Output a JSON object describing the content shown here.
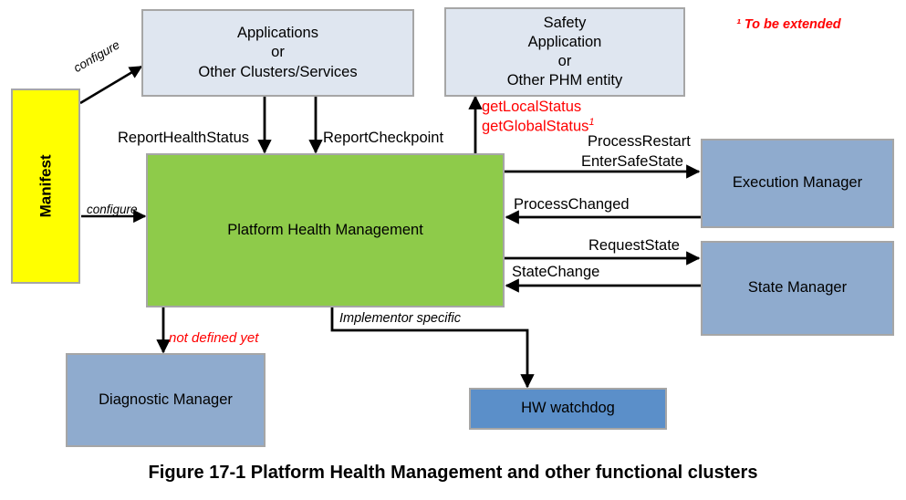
{
  "figure": {
    "caption": "Figure 17-1 Platform Health Management and other functional clusters",
    "footnote_note": "¹ To be extended"
  },
  "colors": {
    "application_box": "#dfe6f0",
    "phm_box": "#8ecb4a",
    "manager_box": "#8fabce",
    "watchdog_box": "#5b8fc9",
    "manifest_box": "#ffff00",
    "box_border": "#a6a6a6",
    "arrow": "#000000",
    "annotation_red": "#ff0000"
  },
  "nodes": {
    "manifest": {
      "label": "Manifest"
    },
    "applications": {
      "line1": "Applications",
      "line2": "or",
      "line3": "Other Clusters/Services"
    },
    "safety": {
      "line1": "Safety",
      "line2": "Application",
      "line3": "or",
      "line4": "Other PHM entity"
    },
    "phm": {
      "label": "Platform Health Management"
    },
    "execution_manager": {
      "label": "Execution Manager"
    },
    "state_manager": {
      "label": "State Manager"
    },
    "diagnostic_manager": {
      "label": "Diagnostic Manager"
    },
    "hw_watchdog": {
      "label": "HW watchdog"
    }
  },
  "edges": {
    "manifest_to_applications": {
      "label": "configure"
    },
    "manifest_to_phm": {
      "label": "configure"
    },
    "applications_report_health": {
      "label": "ReportHealthStatus"
    },
    "applications_report_checkpoint": {
      "label": "ReportCheckpoint"
    },
    "phm_to_safety_local": {
      "label": "getLocalStatus"
    },
    "phm_to_safety_global": {
      "label": "getGlobalStatus",
      "superscript": "1"
    },
    "phm_to_em_restart": {
      "label": "ProcessRestart"
    },
    "phm_to_em_safestate": {
      "label": "EnterSafeState"
    },
    "em_to_phm": {
      "label": "ProcessChanged"
    },
    "phm_to_sm": {
      "label": "RequestState"
    },
    "sm_to_phm": {
      "label": "StateChange"
    },
    "phm_to_diagnostic": {
      "label": "not defined yet"
    },
    "phm_to_watchdog": {
      "label": "Implementor specific"
    }
  }
}
